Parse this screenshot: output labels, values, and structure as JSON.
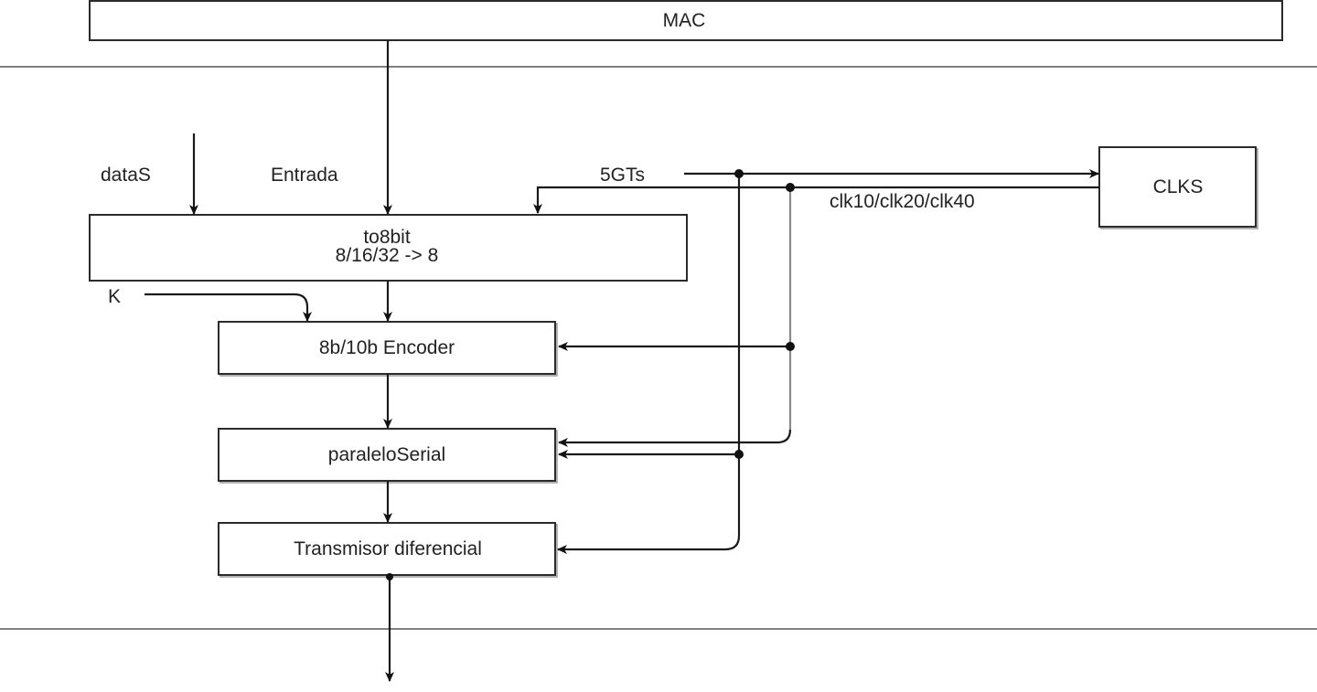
{
  "blocks": {
    "mac": "MAC",
    "to8bit_line1": "to8bit",
    "to8bit_line2": "8/16/32 -> 8",
    "encoder": "8b/10b Encoder",
    "paralelo": "paraleloSerial",
    "transmisor": "Transmisor diferencial",
    "clks": "CLKS"
  },
  "signals": {
    "datas": "dataS",
    "entrada": "Entrada",
    "gts": "5GTs",
    "clk": "clk10/clk20/clk40",
    "k": "K"
  },
  "colors": {
    "line": "#1a1a1a",
    "secondary_line": "#8a8a8a",
    "border": "#2b2b2b",
    "background": "#ffffff"
  }
}
